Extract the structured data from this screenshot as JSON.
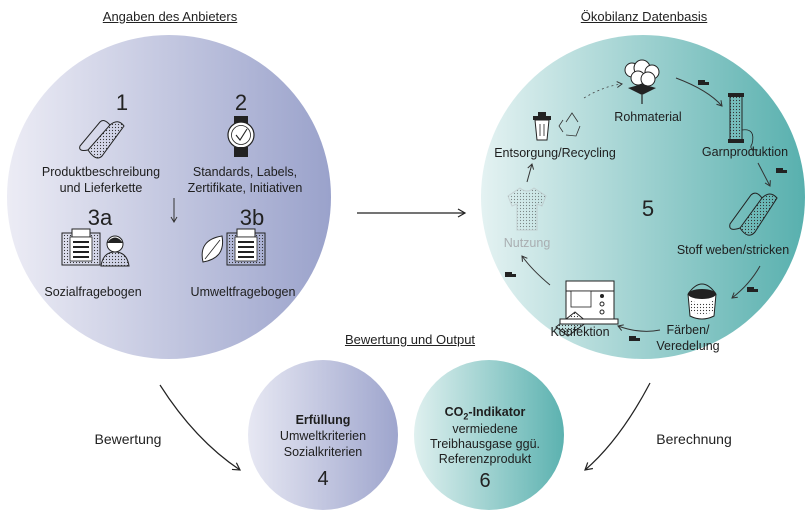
{
  "headers": {
    "provider": "Angaben des Anbieters",
    "lca": "Ökobilanz Datenbasis",
    "output": "Bewertung und Output"
  },
  "provider": {
    "n1": "1",
    "n1_label_line1": "Produktbeschreibung",
    "n1_label_line2": "und Lieferkette",
    "n2": "2",
    "n2_label_line1": "Standards, Labels,",
    "n2_label_line2": "Zertifikate, Initiativen",
    "n3a": "3a",
    "n3a_label": "Sozialfragebogen",
    "n3b": "3b",
    "n3b_label": "Umweltfragebogen"
  },
  "lca_cycle": {
    "number": "5",
    "steps": [
      "Rohmaterial",
      "Garnproduktion",
      "Stoff weben/stricken",
      "Färben/",
      "Veredelung",
      "Konfektion",
      "Nutzung",
      "Entsorgung/Recycling"
    ]
  },
  "outputs": {
    "fulfillment": {
      "title": "Erfüllung",
      "line1": "Umweltkriterien",
      "line2": "Sozialkriterien",
      "number": "4"
    },
    "co2": {
      "title_prefix": "CO",
      "title_sub": "2",
      "title_suffix": "-Indikator",
      "line1": "vermiedene",
      "line2": "Treibhausgase ggü.",
      "line3": "Referenzprodukt",
      "number": "6"
    }
  },
  "flows": {
    "left": "Bewertung",
    "right": "Berechnung"
  },
  "colors": {
    "provider_gradient": [
      "#e9e9f4",
      "#9ea6cd"
    ],
    "lca_gradient": [
      "#e2f1f1",
      "#5bb2b0"
    ],
    "fulfillment_gradient": [
      "#e6e7f2",
      "#a0a7cf"
    ],
    "co2_gradient": [
      "#dcefee",
      "#5eb3b1"
    ]
  }
}
